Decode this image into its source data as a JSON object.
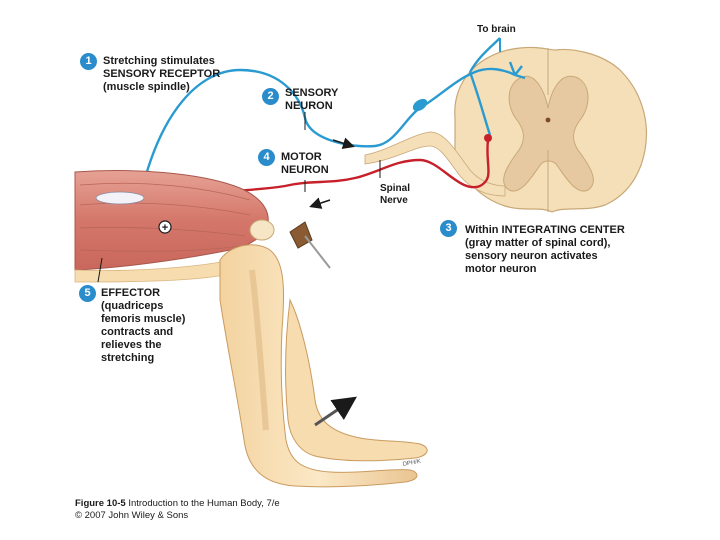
{
  "labels": {
    "to_brain": "To brain",
    "step1": {
      "num": "1",
      "text": "Stretching stimulates\nSENSORY RECEPTOR\n(muscle spindle)"
    },
    "step2": {
      "num": "2",
      "text": "SENSORY\nNEURON"
    },
    "step3": {
      "num": "3",
      "text": "Within INTEGRATING CENTER\n(gray matter of spinal cord),\nsensory neuron activates\nmotor neuron"
    },
    "step4": {
      "num": "4",
      "text": "MOTOR\nNEURON"
    },
    "step5": {
      "num": "5",
      "text": "EFFECTOR\n(quadriceps\nfemoris muscle)\ncontracts and\nrelieves the\nstretching"
    },
    "spinal_nerve": "Spinal\nNerve",
    "plus_symbol": "+",
    "signature": "DPH/K"
  },
  "caption": {
    "figure": "Figure 10-5",
    "title": "Introduction to the Human Body, 7/e",
    "copyright": "© 2007 John Wiley & Sons"
  },
  "colors": {
    "sensory_neuron": "#2a9bd0",
    "motor_neuron": "#c8202a",
    "muscle": "#d98a7c",
    "skin": "#f6dcae",
    "spinal_white": "#f4dfb8",
    "spinal_gray": "#e6c9a0",
    "badge": "#2b8ccc"
  }
}
